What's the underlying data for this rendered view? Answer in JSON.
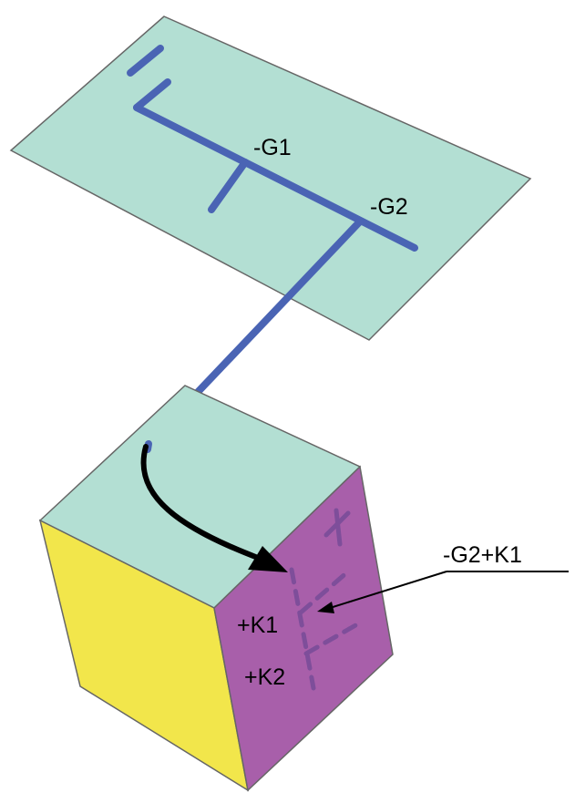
{
  "labels": {
    "g1": "-G1",
    "g2": "-G2",
    "g2k1": "-G2+K1",
    "k1": "+K1",
    "k2": "+K2"
  },
  "colors": {
    "plane": "#b3dfd3",
    "cube_top": "#b3dfd3",
    "cube_left": "#f2e64b",
    "cube_right": "#a85faa",
    "outline": "#666666",
    "tree_line": "#4a64b4",
    "inner_dashed": "#7e4e9a",
    "arrow": "#000000",
    "background": "#ffffff"
  }
}
